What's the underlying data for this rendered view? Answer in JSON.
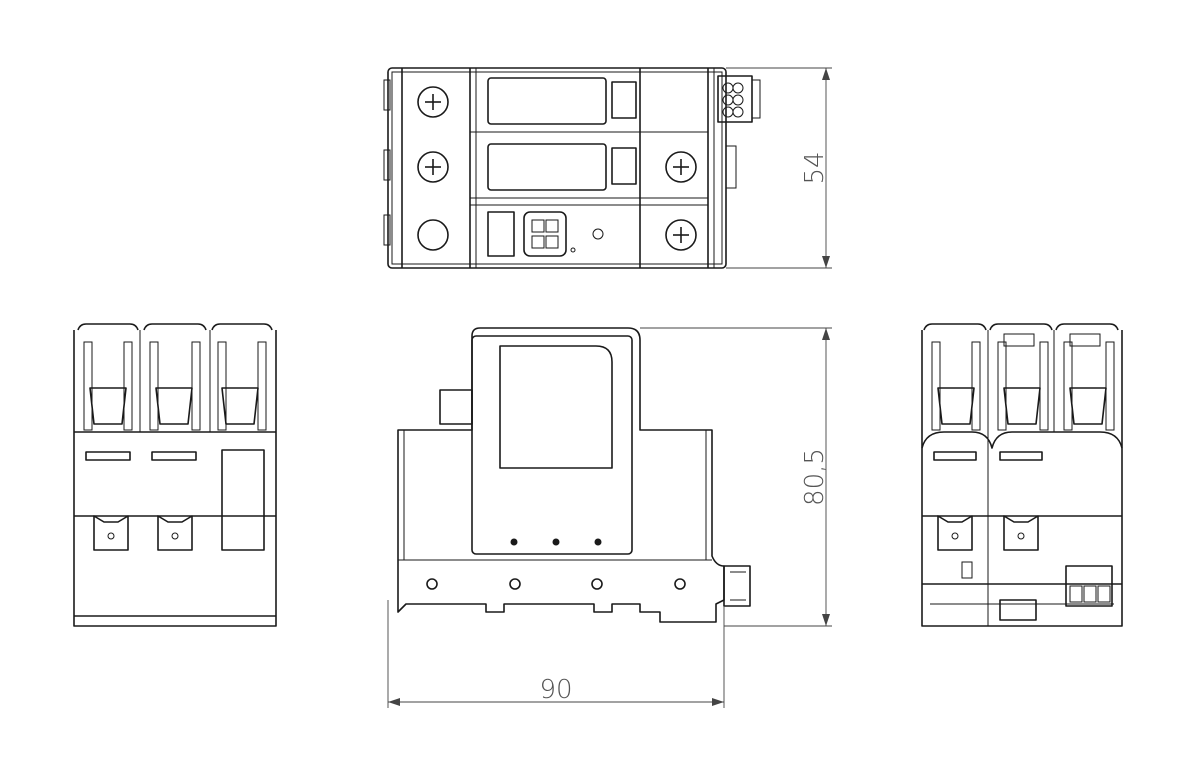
{
  "dimensions": {
    "height_top_view": "54",
    "height_front_view": "80,5",
    "width_front_view": "90"
  }
}
